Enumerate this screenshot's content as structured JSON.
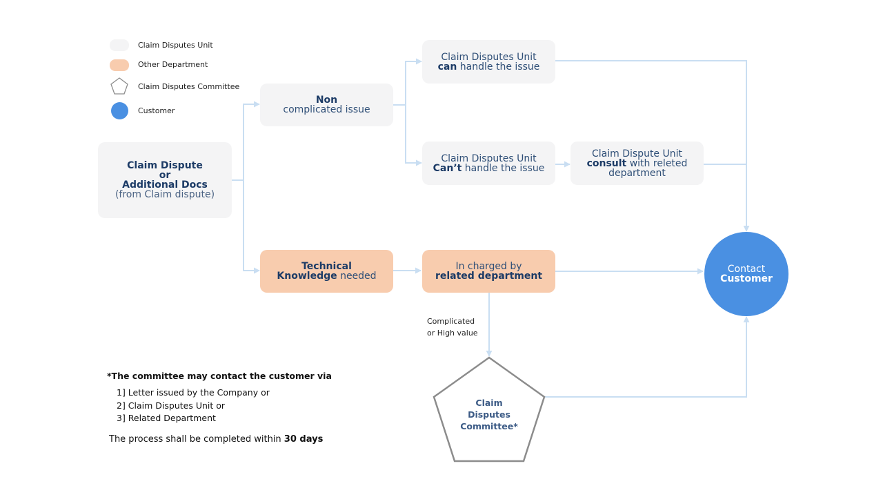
{
  "legend": {
    "items": [
      {
        "label": "Claim Disputes Unit",
        "swatch": "grey-rounded"
      },
      {
        "label": "Other Department",
        "swatch": "orange-rounded"
      },
      {
        "label": "Claim Disputes Committee",
        "swatch": "pentagon"
      },
      {
        "label": "Customer",
        "swatch": "blue-circle"
      }
    ]
  },
  "nodes": {
    "start": {
      "title_line1": "Claim Dispute",
      "title_line2": "or",
      "title_line3": "Additional Docs",
      "subtitle": "(from Claim dispute)"
    },
    "non_complicated": {
      "strong": "Non",
      "text": "complicated issue"
    },
    "unit_can": {
      "line1": "Claim Disputes Unit",
      "strong": "can",
      "rest": " handle the issue"
    },
    "unit_cant": {
      "line1": "Claim Disputes Unit",
      "strong": "Can’t",
      "rest": " handle the issue"
    },
    "unit_consult": {
      "line1": "Claim Dispute Unit",
      "strong": "consult",
      "rest": " with releted",
      "line3": "department"
    },
    "technical": {
      "strong_line1": "Technical",
      "strong_line2": "Knowledge",
      "rest": " needed"
    },
    "related_dept": {
      "line1": "In charged by",
      "strong": "related department"
    },
    "committee": {
      "line1": "Claim",
      "line2": "Disputes",
      "line3": "Committee*"
    },
    "customer": {
      "line1": "Contact",
      "strong": "Customer"
    }
  },
  "edge_labels": {
    "complicated_line1": "Complicated",
    "complicated_line2": "or High value"
  },
  "note": {
    "heading": "*The committee may contact the customer via",
    "items": [
      "1] Letter issued by the Company or",
      "2] Claim Disputes Unit or",
      "3] Related Department"
    ],
    "footer_text": "The process shall be completed within ",
    "footer_strong": "30 days"
  },
  "colors": {
    "unit_fill": "#f4f4f5",
    "department_fill": "#f8ccae",
    "customer_fill": "#4a90e2",
    "committee_stroke": "#8c8c8c",
    "connector": "#c9def2",
    "text_dark_blue": "#1c3b66"
  }
}
